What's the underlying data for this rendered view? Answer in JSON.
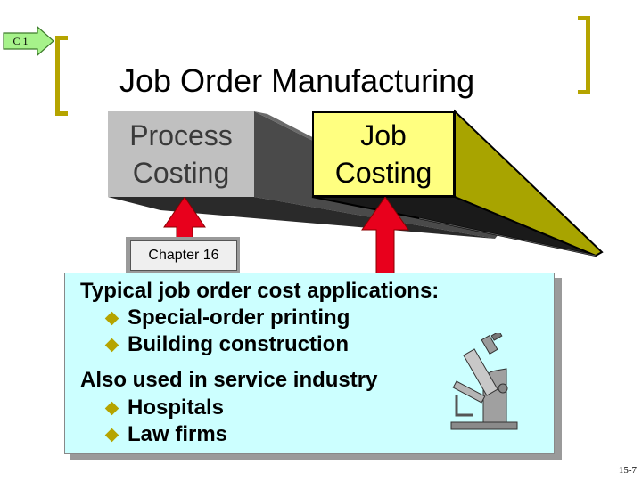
{
  "tag": {
    "label": "C 1"
  },
  "title": "Job Order Manufacturing",
  "boxes": {
    "process": {
      "line1": "Process",
      "line2": "Costing"
    },
    "job": {
      "line1": "Job",
      "line2": "Costing"
    }
  },
  "chapter_label": "Chapter 16",
  "info": {
    "heading1": "Typical job order cost applications:",
    "list1": [
      "Special-order printing",
      "Building construction"
    ],
    "heading2": "Also used in service industry",
    "list2": [
      "Hospitals",
      "Law firms"
    ]
  },
  "icons": {
    "tag": "right-arrow-tag-icon",
    "arrows": "up-arrow-icon",
    "bullets": "diamond-bullet-icon",
    "microscope": "microscope-icon"
  },
  "colors": {
    "accent": "#b5a400",
    "arrow": "#e8001c",
    "info_background": "#ccffff",
    "job_face": "#ffff80",
    "job_beam": "#a8a400",
    "process_face": "#c0c0c0",
    "tag_green": "#a6f28a"
  },
  "page_number": "15-7"
}
